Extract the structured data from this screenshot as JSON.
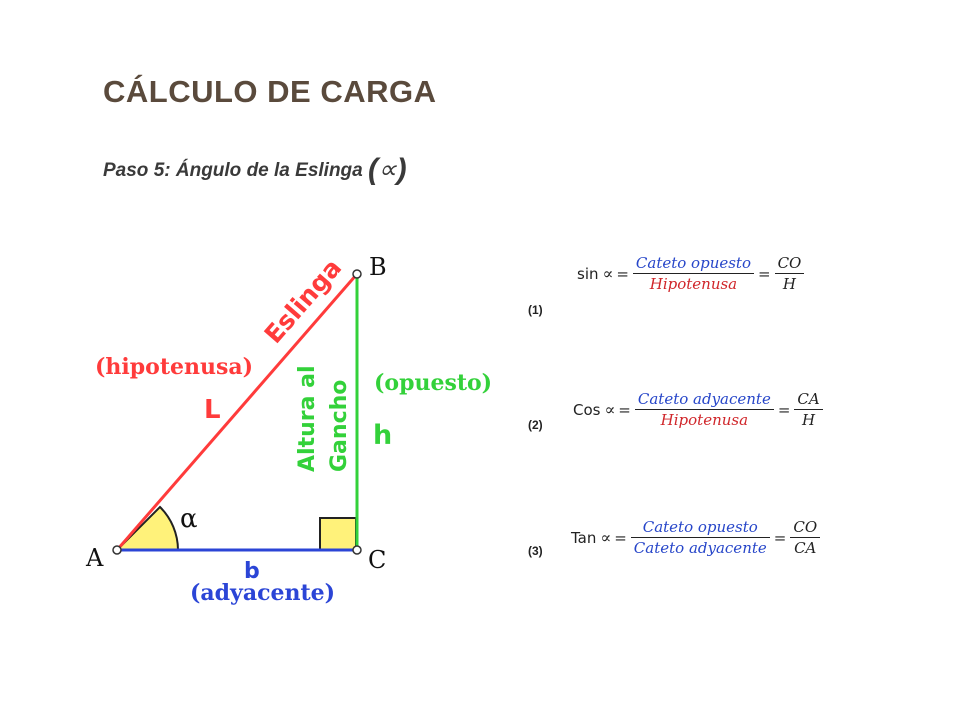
{
  "header": {
    "title": "CÁLCULO DE CARGA",
    "subtitle_prefix": "Paso 5: Ángulo de la Eslinga",
    "subtitle_open": "(",
    "subtitle_symbol": "∝",
    "subtitle_close": ")"
  },
  "diagram": {
    "vertex_a": "A",
    "vertex_b": "B",
    "vertex_c": "C",
    "hypotenuse_name": "Eslinga",
    "hypotenuse_role": "(hipotenusa)",
    "hypotenuse_letter": "L",
    "opposite_role": "(opuesto)",
    "opposite_letter": "h",
    "height_line1": "Altura al",
    "height_line2": "Gancho",
    "adjacent_letter": "b",
    "adjacent_role": "(adyacente)",
    "angle_symbol": "α",
    "colors": {
      "hypotenuse": "#ff3b3b",
      "opposite": "#33d13a",
      "adjacent": "#2b45d6",
      "angle_fill": "#fff27a",
      "right_angle_fill": "#fff27a"
    }
  },
  "equations": [
    {
      "number": "(1)",
      "function": "sin",
      "symbol": "∝",
      "equals": "=",
      "numerator": "Cateto opuesto",
      "denominator": "Hipotenusa",
      "short_numerator": "CO",
      "short_denominator": "H"
    },
    {
      "number": "(2)",
      "function": "Cos",
      "symbol": "∝",
      "equals": "=",
      "numerator": "Cateto adyacente",
      "denominator": "Hipotenusa",
      "short_numerator": "CA",
      "short_denominator": "H"
    },
    {
      "number": "(3)",
      "function": "Tan",
      "symbol": "∝",
      "equals": "=",
      "numerator": "Cateto opuesto",
      "denominator": "Cateto adyacente",
      "short_numerator": "CO",
      "short_denominator": "CA"
    }
  ]
}
